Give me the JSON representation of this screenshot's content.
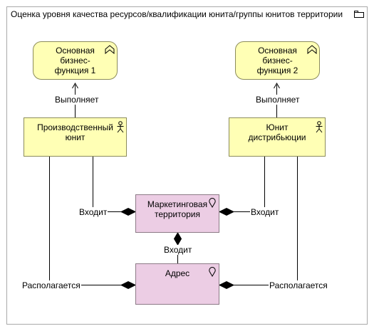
{
  "frame": {
    "title": "Оценка уровня качества ресурсов/квалификации юнита/группы юнитов территории"
  },
  "nodes": {
    "business_function_1": {
      "label": "Основная бизнес-функция 1"
    },
    "business_function_2": {
      "label": "Основная бизнес-функция 2"
    },
    "production_unit": {
      "label": "Производственный юнит"
    },
    "distribution_unit": {
      "label": "Юнит дистрибьюции"
    },
    "marketing_territory": {
      "label": "Маркетинговая территория"
    },
    "address": {
      "label": "Адрес"
    }
  },
  "relations": {
    "performs_1": "Выполняет",
    "performs_2": "Выполняет",
    "enters_left": "Входит",
    "enters_right": "Входит",
    "enters_middle": "Входит",
    "located_left": "Располагается",
    "located_right": "Располагается"
  },
  "colors": {
    "business_element": "#ffffb5",
    "location_element": "#eccde4"
  }
}
